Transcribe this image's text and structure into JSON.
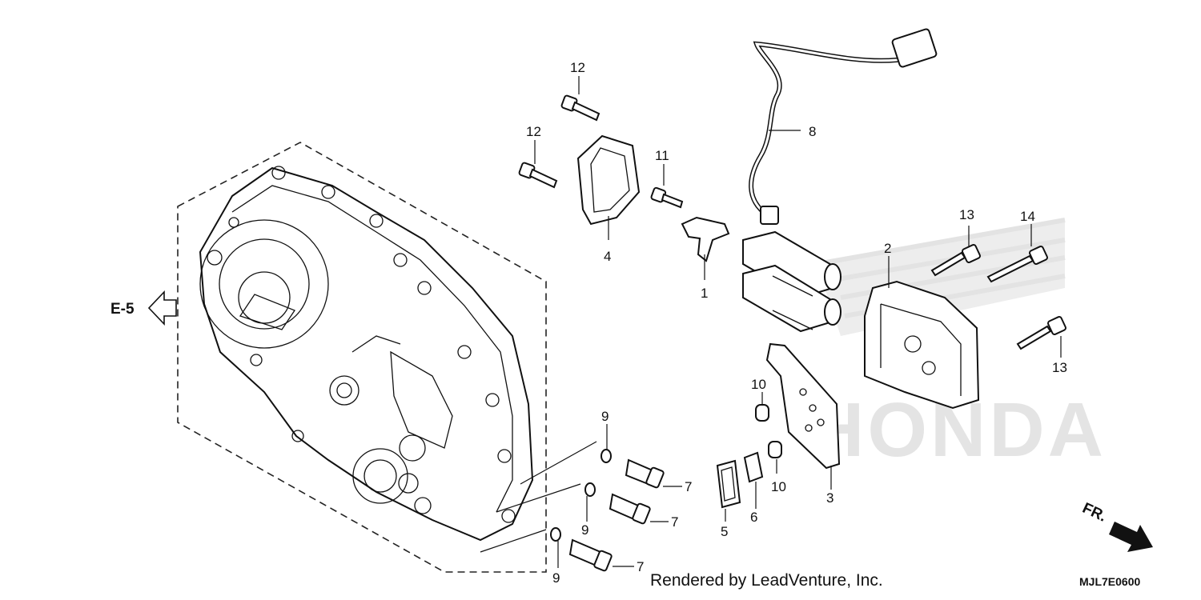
{
  "callouts": [
    {
      "id": "c1",
      "text": "1"
    },
    {
      "id": "c2",
      "text": "2"
    },
    {
      "id": "c3",
      "text": "3"
    },
    {
      "id": "c4",
      "text": "4"
    },
    {
      "id": "c5",
      "text": "5"
    },
    {
      "id": "c6",
      "text": "6"
    },
    {
      "id": "c7a",
      "text": "7"
    },
    {
      "id": "c7b",
      "text": "7"
    },
    {
      "id": "c7c",
      "text": "7"
    },
    {
      "id": "c8",
      "text": "8"
    },
    {
      "id": "c9a",
      "text": "9"
    },
    {
      "id": "c9b",
      "text": "9"
    },
    {
      "id": "c9c",
      "text": "9"
    },
    {
      "id": "c10a",
      "text": "10"
    },
    {
      "id": "c10b",
      "text": "10"
    },
    {
      "id": "c11",
      "text": "11"
    },
    {
      "id": "c12a",
      "text": "12"
    },
    {
      "id": "c12b",
      "text": "12"
    },
    {
      "id": "c13a",
      "text": "13"
    },
    {
      "id": "c13b",
      "text": "13"
    },
    {
      "id": "c14",
      "text": "14"
    }
  ],
  "reference": {
    "label": "E-5"
  },
  "direction": {
    "label": "FR."
  },
  "diagram_code": "MJL7E0600",
  "credit": "Rendered by LeadVenture, Inc.",
  "watermark": "HONDA"
}
